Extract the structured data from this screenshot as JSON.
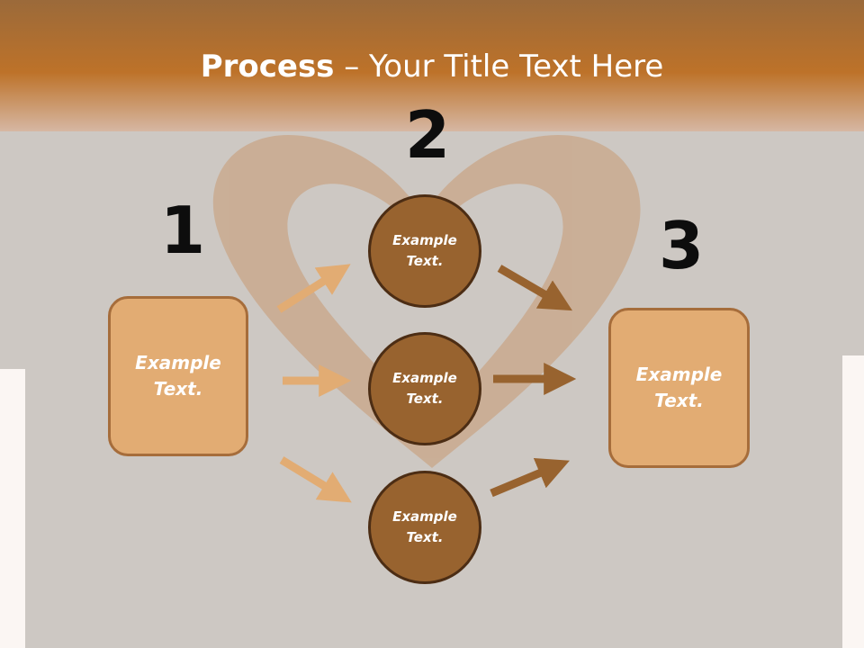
{
  "title": {
    "bold": "Process",
    "rest": " – Your Title Text Here"
  },
  "steps": [
    {
      "number": "1",
      "text": [
        "Example",
        "Text."
      ]
    },
    {
      "number": "2",
      "items": [
        {
          "text": [
            "Example",
            "Text."
          ]
        },
        {
          "text": [
            "Example",
            "Text."
          ]
        },
        {
          "text": [
            "Example",
            "Text."
          ]
        }
      ]
    },
    {
      "number": "3",
      "text": [
        "Example",
        "Text."
      ]
    }
  ],
  "colors": {
    "header": "#b86e26",
    "box_fill": "#e2ac73",
    "circle_fill": "#98632f",
    "arrow_light": "#e2ac73",
    "arrow_dark": "#98632f"
  }
}
